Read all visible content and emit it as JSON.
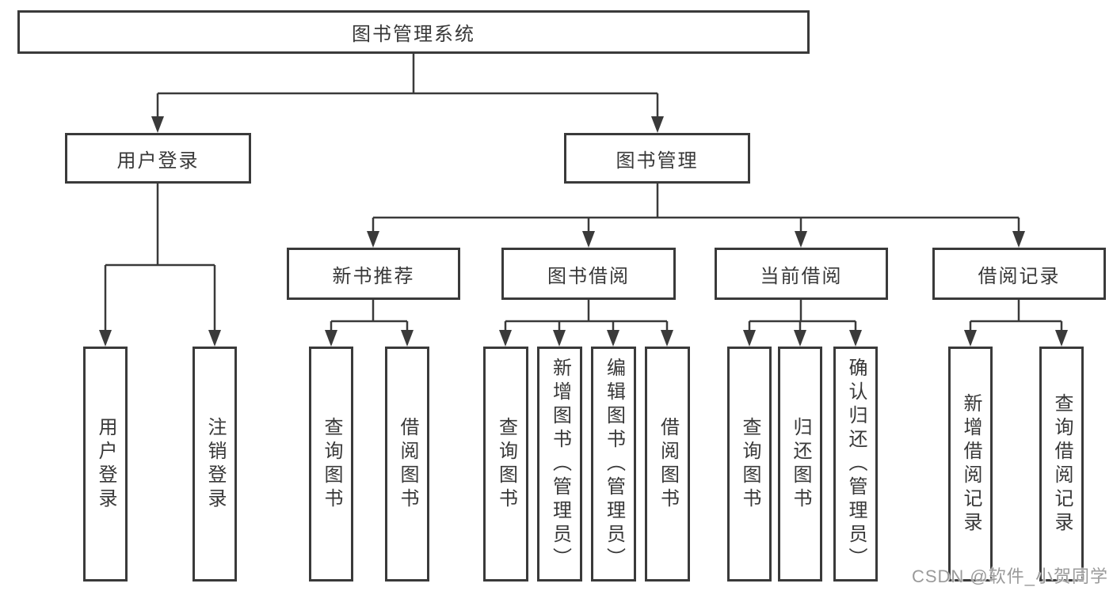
{
  "colors": {
    "line": "#3a3a3a",
    "box_border": "#3a3a3a",
    "text": "#383838",
    "background": "#ffffff",
    "watermark": "#9a9a9a"
  },
  "watermark": "CSDN @软件_小贺同学",
  "tree": {
    "root": {
      "label": "图书管理系统"
    },
    "branches": [
      {
        "label": "用户登录",
        "leaves": [
          {
            "label": "用户登录"
          },
          {
            "label": "注销登录"
          }
        ]
      },
      {
        "label": "图书管理",
        "groups": [
          {
            "label": "新书推荐",
            "leaves": [
              {
                "label": "查询图书"
              },
              {
                "label": "借阅图书"
              }
            ]
          },
          {
            "label": "图书借阅",
            "leaves": [
              {
                "label": "查询图书"
              },
              {
                "label": "新增图书（管理员）"
              },
              {
                "label": "编辑图书（管理员）"
              },
              {
                "label": "借阅图书"
              }
            ]
          },
          {
            "label": "当前借阅",
            "leaves": [
              {
                "label": "查询图书"
              },
              {
                "label": "归还图书"
              },
              {
                "label": "确认归还（管理员）"
              }
            ]
          },
          {
            "label": "借阅记录",
            "leaves": [
              {
                "label": "新增借阅记录"
              },
              {
                "label": "查询借阅记录"
              }
            ]
          }
        ]
      }
    ]
  }
}
